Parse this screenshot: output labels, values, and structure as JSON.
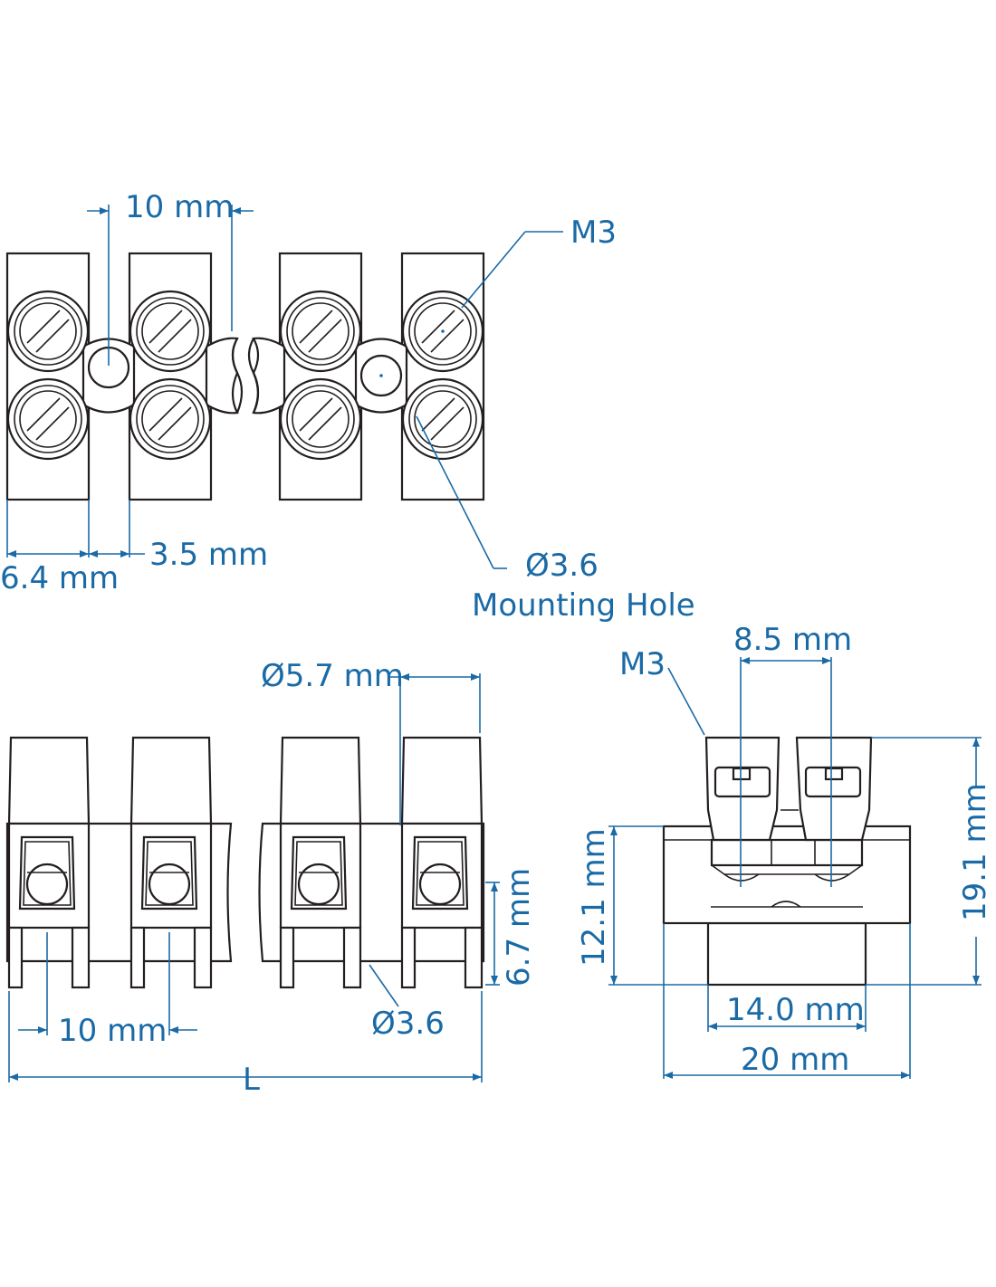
{
  "labels": {
    "top_pitch": "10 mm",
    "screw_thread_top": "M3",
    "gap_width": "3.5 mm",
    "block_width": "6.4 mm",
    "mounting_hole_dia": "Ø3.6",
    "mounting_hole_text": "Mounting Hole",
    "screw_thread_side": "M3",
    "screw_spacing": "8.5 mm",
    "entry_dia": "Ø5.7 mm",
    "entry_height": "6.7 mm",
    "bottom_pitch": "10 mm",
    "pin_dia": "Ø3.6",
    "total_length": "L",
    "body_height": "12.1 mm",
    "total_height": "19.1 mm",
    "base_width": "14.0 mm",
    "overall_width": "20 mm"
  },
  "colors": {
    "dimension": "#1a6aa6",
    "outline": "#231f20"
  }
}
